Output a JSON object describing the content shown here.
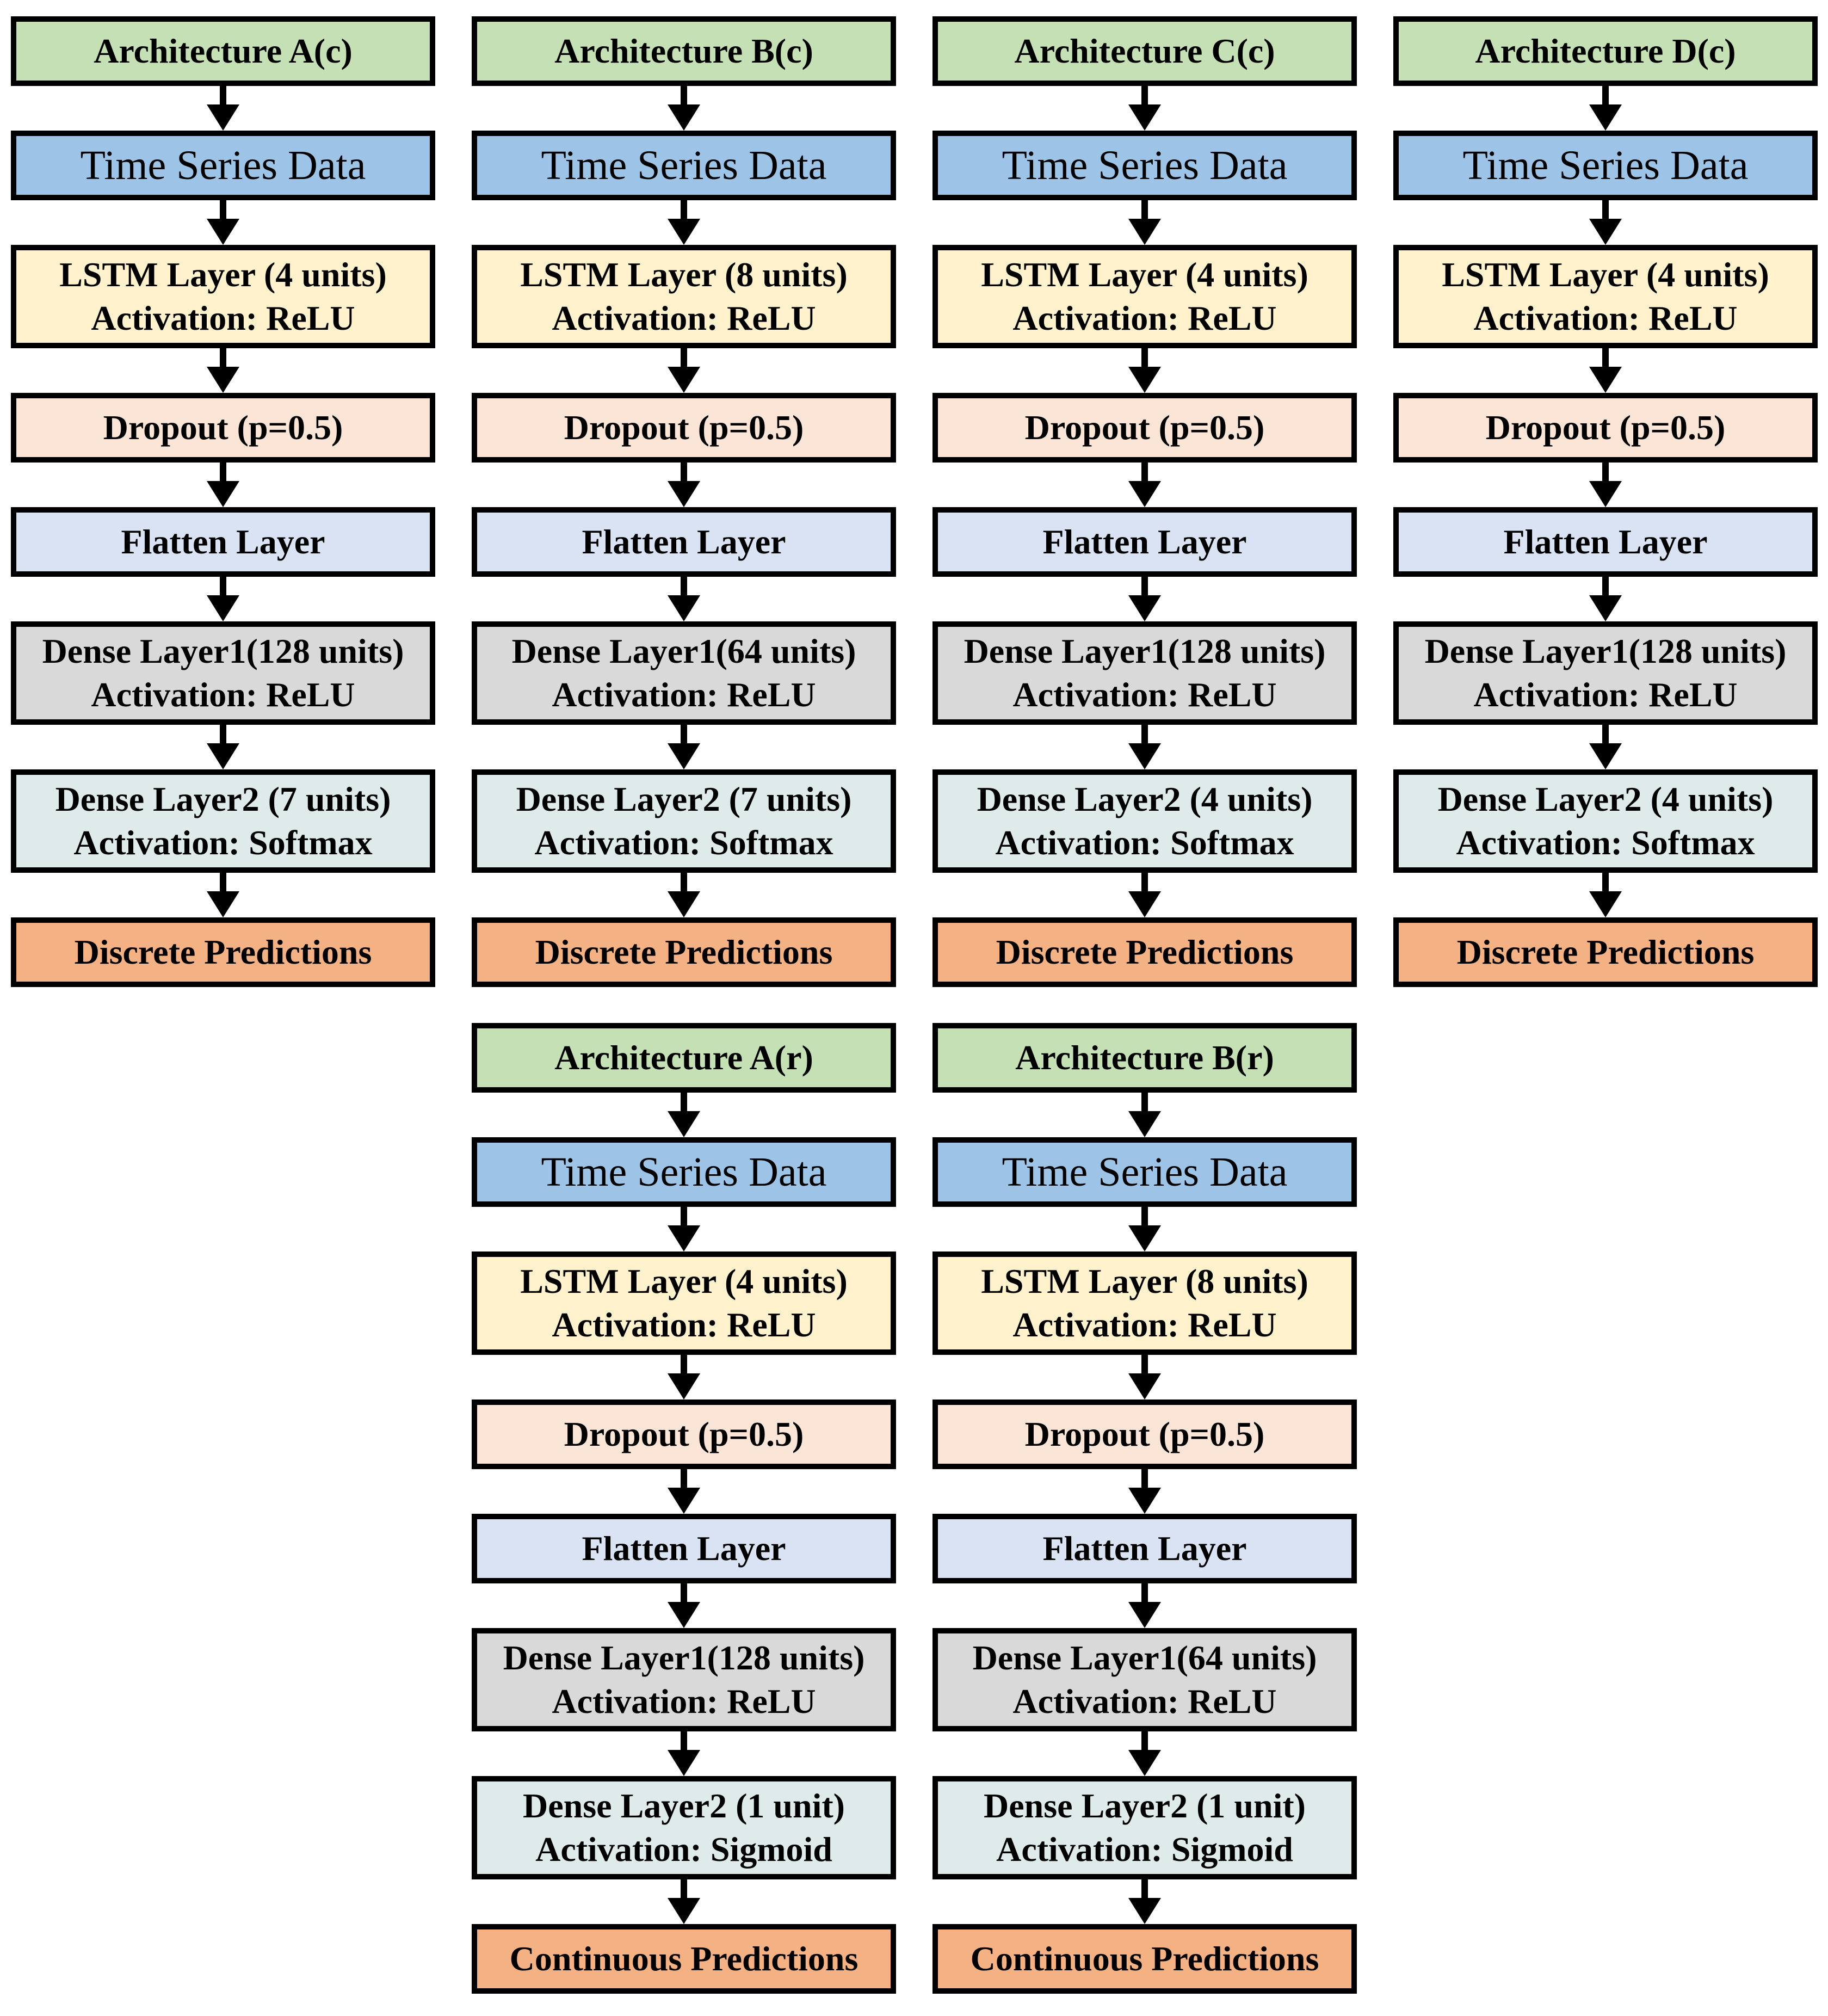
{
  "colors": {
    "header_green": "#c5e0b4",
    "input_blue": "#9dc3e6",
    "lstm_yellow": "#fff2cc",
    "dropout_peach": "#fbe5d6",
    "flatten_lavender": "#dae3f3",
    "dense1_gray": "#d9d9d9",
    "dense2_teal": "#dfeaea",
    "output_orange": "#f4b183",
    "border_black": "#000000"
  },
  "rows": [
    {
      "columns": [
        {
          "title": "Architecture A(c)",
          "steps": [
            {
              "kind": "input",
              "lines": [
                "Time Series Data"
              ]
            },
            {
              "kind": "lstm",
              "lines": [
                "LSTM Layer (4 units)",
                "Activation: ReLU"
              ]
            },
            {
              "kind": "dropout",
              "lines": [
                "Dropout (p=0.5)"
              ]
            },
            {
              "kind": "flatten",
              "lines": [
                "Flatten Layer"
              ]
            },
            {
              "kind": "dense1",
              "lines": [
                "Dense Layer1(128 units)",
                "Activation: ReLU"
              ]
            },
            {
              "kind": "dense2",
              "lines": [
                "Dense Layer2 (7 units)",
                "Activation: Softmax"
              ]
            },
            {
              "kind": "output",
              "lines": [
                "Discrete Predictions"
              ]
            }
          ]
        },
        {
          "title": "Architecture B(c)",
          "steps": [
            {
              "kind": "input",
              "lines": [
                "Time Series Data"
              ]
            },
            {
              "kind": "lstm",
              "lines": [
                "LSTM Layer (8 units)",
                "Activation: ReLU"
              ]
            },
            {
              "kind": "dropout",
              "lines": [
                "Dropout (p=0.5)"
              ]
            },
            {
              "kind": "flatten",
              "lines": [
                "Flatten Layer"
              ]
            },
            {
              "kind": "dense1",
              "lines": [
                "Dense Layer1(64 units)",
                "Activation: ReLU"
              ]
            },
            {
              "kind": "dense2",
              "lines": [
                "Dense Layer2 (7 units)",
                "Activation: Softmax"
              ]
            },
            {
              "kind": "output",
              "lines": [
                "Discrete Predictions"
              ]
            }
          ]
        },
        {
          "title": "Architecture C(c)",
          "steps": [
            {
              "kind": "input",
              "lines": [
                "Time Series Data"
              ]
            },
            {
              "kind": "lstm",
              "lines": [
                "LSTM Layer (4 units)",
                "Activation: ReLU"
              ]
            },
            {
              "kind": "dropout",
              "lines": [
                "Dropout (p=0.5)"
              ]
            },
            {
              "kind": "flatten",
              "lines": [
                "Flatten Layer"
              ]
            },
            {
              "kind": "dense1",
              "lines": [
                "Dense Layer1(128 units)",
                "Activation: ReLU"
              ]
            },
            {
              "kind": "dense2",
              "lines": [
                "Dense Layer2 (4 units)",
                "Activation: Softmax"
              ]
            },
            {
              "kind": "output",
              "lines": [
                "Discrete Predictions"
              ]
            }
          ]
        },
        {
          "title": "Architecture D(c)",
          "steps": [
            {
              "kind": "input",
              "lines": [
                "Time Series Data"
              ]
            },
            {
              "kind": "lstm",
              "lines": [
                "LSTM Layer (4 units)",
                "Activation: ReLU"
              ]
            },
            {
              "kind": "dropout",
              "lines": [
                "Dropout (p=0.5)"
              ]
            },
            {
              "kind": "flatten",
              "lines": [
                "Flatten Layer"
              ]
            },
            {
              "kind": "dense1",
              "lines": [
                "Dense Layer1(128 units)",
                "Activation: ReLU"
              ]
            },
            {
              "kind": "dense2",
              "lines": [
                "Dense Layer2 (4 units)",
                "Activation: Softmax"
              ]
            },
            {
              "kind": "output",
              "lines": [
                "Discrete Predictions"
              ]
            }
          ]
        }
      ]
    },
    {
      "columns": [
        {
          "title": "Architecture A(r)",
          "steps": [
            {
              "kind": "input",
              "lines": [
                "Time Series Data"
              ]
            },
            {
              "kind": "lstm",
              "lines": [
                "LSTM Layer (4 units)",
                "Activation: ReLU"
              ]
            },
            {
              "kind": "dropout",
              "lines": [
                "Dropout (p=0.5)"
              ]
            },
            {
              "kind": "flatten",
              "lines": [
                "Flatten Layer"
              ]
            },
            {
              "kind": "dense1",
              "lines": [
                "Dense Layer1(128 units)",
                "Activation: ReLU"
              ]
            },
            {
              "kind": "dense2",
              "lines": [
                "Dense Layer2 (1 unit)",
                "Activation: Sigmoid"
              ]
            },
            {
              "kind": "output",
              "lines": [
                "Continuous Predictions"
              ]
            }
          ]
        },
        {
          "title": "Architecture B(r)",
          "steps": [
            {
              "kind": "input",
              "lines": [
                "Time Series Data"
              ]
            },
            {
              "kind": "lstm",
              "lines": [
                "LSTM Layer (8 units)",
                "Activation: ReLU"
              ]
            },
            {
              "kind": "dropout",
              "lines": [
                "Dropout (p=0.5)"
              ]
            },
            {
              "kind": "flatten",
              "lines": [
                "Flatten Layer"
              ]
            },
            {
              "kind": "dense1",
              "lines": [
                "Dense Layer1(64 units)",
                "Activation: ReLU"
              ]
            },
            {
              "kind": "dense2",
              "lines": [
                "Dense Layer2 (1 unit)",
                "Activation: Sigmoid"
              ]
            },
            {
              "kind": "output",
              "lines": [
                "Continuous Predictions"
              ]
            }
          ]
        }
      ]
    }
  ]
}
